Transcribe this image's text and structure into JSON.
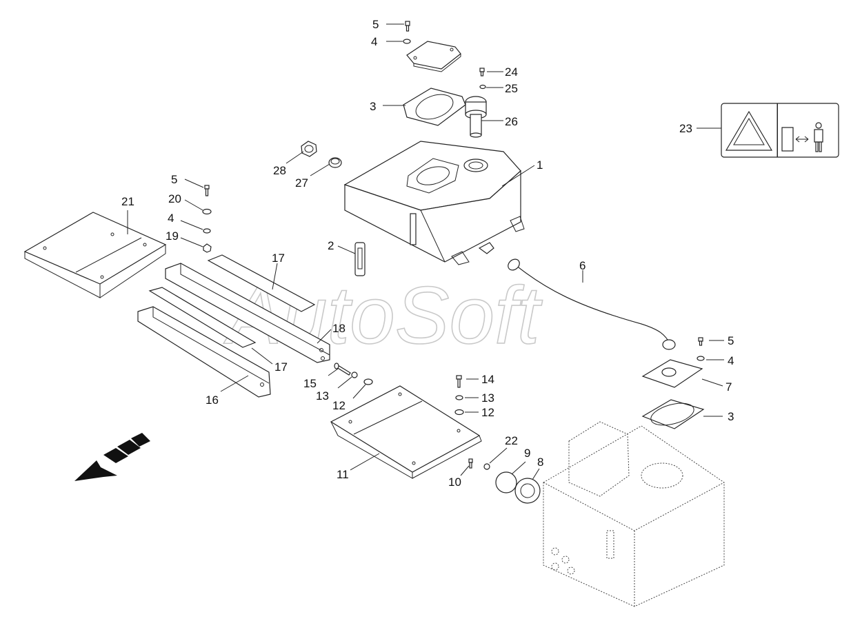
{
  "watermark": "AutoSoft",
  "callouts": [
    {
      "id": "c5a",
      "text": "5"
    },
    {
      "id": "c4a",
      "text": "4"
    },
    {
      "id": "c24",
      "text": "24"
    },
    {
      "id": "c25",
      "text": "25"
    },
    {
      "id": "c3a",
      "text": "3"
    },
    {
      "id": "c26",
      "text": "26"
    },
    {
      "id": "c23",
      "text": "23"
    },
    {
      "id": "c28",
      "text": "28"
    },
    {
      "id": "c27",
      "text": "27"
    },
    {
      "id": "c1",
      "text": "1"
    },
    {
      "id": "c5b",
      "text": "5"
    },
    {
      "id": "c21",
      "text": "21"
    },
    {
      "id": "c20",
      "text": "20"
    },
    {
      "id": "c4b",
      "text": "4"
    },
    {
      "id": "c19",
      "text": "19"
    },
    {
      "id": "c2",
      "text": "2"
    },
    {
      "id": "c17a",
      "text": "17"
    },
    {
      "id": "c6",
      "text": "6"
    },
    {
      "id": "c18",
      "text": "18"
    },
    {
      "id": "c5c",
      "text": "5"
    },
    {
      "id": "c4c",
      "text": "4"
    },
    {
      "id": "c17b",
      "text": "17"
    },
    {
      "id": "c7",
      "text": "7"
    },
    {
      "id": "c15",
      "text": "15"
    },
    {
      "id": "c14",
      "text": "14"
    },
    {
      "id": "c13a",
      "text": "13"
    },
    {
      "id": "c13b",
      "text": "13"
    },
    {
      "id": "c12a",
      "text": "12"
    },
    {
      "id": "c12b",
      "text": "12"
    },
    {
      "id": "c3b",
      "text": "3"
    },
    {
      "id": "c16",
      "text": "16"
    },
    {
      "id": "c22",
      "text": "22"
    },
    {
      "id": "c9",
      "text": "9"
    },
    {
      "id": "c8",
      "text": "8"
    },
    {
      "id": "c11",
      "text": "11"
    },
    {
      "id": "c10",
      "text": "10"
    }
  ]
}
